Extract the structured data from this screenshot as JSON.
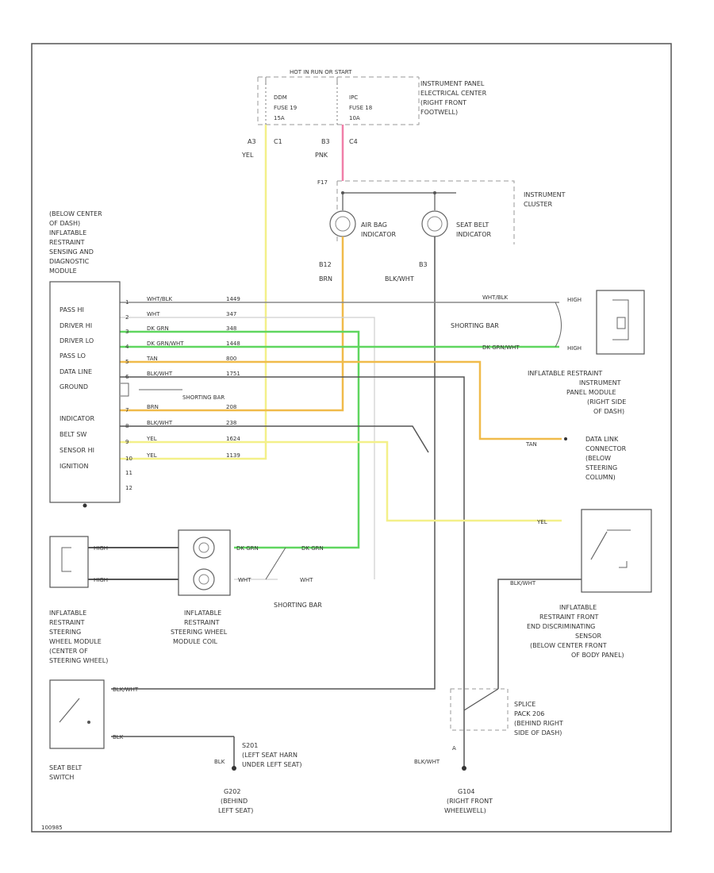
{
  "header": {
    "hot_label": "HOT IN RUN OR START",
    "fuse_left": [
      "DDM",
      "FUSE 19",
      "15A"
    ],
    "fuse_right": [
      "IPC",
      "FUSE 18",
      "10A"
    ],
    "ip_center": [
      "INSTRUMENT PANEL",
      "ELECTRICAL CENTER",
      "(RIGHT FRONT",
      "FOOTWELL)"
    ]
  },
  "wires_top": {
    "left_pin": "A3",
    "left_conn": "C1",
    "left_color": "YEL",
    "right_pin": "B3",
    "right_conn": "C4",
    "right_color": "PNK"
  },
  "cluster": {
    "title": [
      "INSTRUMENT",
      "CLUSTER"
    ],
    "pin_label": "F17",
    "airbag_ind": [
      "AIR BAG",
      "INDICATOR"
    ],
    "seatbelt_ind": [
      "SEAT BELT",
      "INDICATOR"
    ],
    "b12": "B12",
    "b12_color": "BRN",
    "b3": "B3",
    "b3_color": "BLK/WHT"
  },
  "sdm": {
    "title": [
      "(BELOW CENTER",
      "OF DASH)",
      "INFLATABLE",
      "RESTRAINT",
      "SENSING AND",
      "DIAGNOSTIC",
      "MODULE"
    ],
    "rows": [
      "PASS HI",
      "DRIVER HI",
      "DRIVER LO",
      "PASS LO",
      "DATA LINE",
      "GROUND",
      "",
      "INDICATOR",
      "BELT SW",
      "SENSOR HI",
      "IGNITION"
    ],
    "pins": [
      "1",
      "2",
      "3",
      "4",
      "5",
      "6",
      "",
      "7",
      "8",
      "9",
      "10",
      "11",
      "12"
    ],
    "wire_colors": [
      "WHT/BLK",
      "WHT",
      "DK GRN",
      "DK GRN/WHT",
      "TAN",
      "BLK/WHT",
      "",
      "BRN",
      "BLK/WHT",
      "YEL",
      "YEL"
    ],
    "circuits": [
      "1449",
      "347",
      "348",
      "1448",
      "800",
      "1751",
      "",
      "208",
      "238",
      "1624",
      "1139"
    ],
    "shorting_bar": "SHORTING BAR"
  },
  "ip_module": {
    "wire1": "WHT/BLK",
    "wire2": "DK GRN/WHT",
    "term1": "HIGH",
    "term2": "HIGH",
    "shorting_bar": "SHORTING BAR",
    "title": [
      "INFLATABLE RESTRAINT",
      "INSTRUMENT",
      "PANEL MODULE",
      "(RIGHT SIDE",
      "OF DASH)"
    ]
  },
  "dlc": {
    "wire": "TAN",
    "title": [
      "DATA LINK",
      "CONNECTOR",
      "(BELOW",
      "STEERING",
      "COLUMN)"
    ]
  },
  "front_sensor": {
    "wire_top": "YEL",
    "wire_bottom": "BLK/WHT",
    "title": [
      "INFLATABLE",
      "RESTRAINT FRONT",
      "END DISCRIMINATING",
      "SENSOR",
      "(BELOW CENTER FRONT",
      "OF BODY PANEL)"
    ]
  },
  "steering": {
    "term1": "HIGH",
    "term2": "HIGH",
    "coil_title": [
      "INFLATABLE",
      "RESTRAINT",
      "STEERING WHEEL",
      "MODULE COIL"
    ],
    "wire_grn": "DK GRN",
    "wire_grn2": "DK GRN",
    "wire_wht": "WHT",
    "wire_wht2": "WHT",
    "shorting_bar": "SHORTING BAR",
    "module_title": [
      "INFLATABLE",
      "RESTRAINT",
      "STEERING",
      "WHEEL MODULE",
      "(CENTER OF",
      "STEERING WHEEL)"
    ]
  },
  "seatbelt": {
    "wire1": "BLK/WHT",
    "wire2": "BLK",
    "title": [
      "SEAT BELT",
      "SWITCH"
    ]
  },
  "grounds": {
    "s201_color": "BLK",
    "s201": [
      "S201",
      "(LEFT SEAT HARN",
      "UNDER LEFT SEAT)"
    ],
    "g202": [
      "G202",
      "(BEHIND",
      "LEFT SEAT)"
    ],
    "splice": [
      "SPLICE",
      "PACK 206",
      "(BEHIND RIGHT",
      "SIDE OF DASH)"
    ],
    "splice_pin": "A",
    "g104_color": "BLK/WHT",
    "g104": [
      "G104",
      "(RIGHT FRONT",
      "WHEELWELL)"
    ]
  },
  "footer_code": "100985",
  "colors": {
    "yel": "#f3f089",
    "pnk": "#f07fa8",
    "grn": "#5fd65f",
    "tan": "#f0bb4a",
    "dark": "#4a4a4a",
    "gray": "#9a9a9a"
  }
}
